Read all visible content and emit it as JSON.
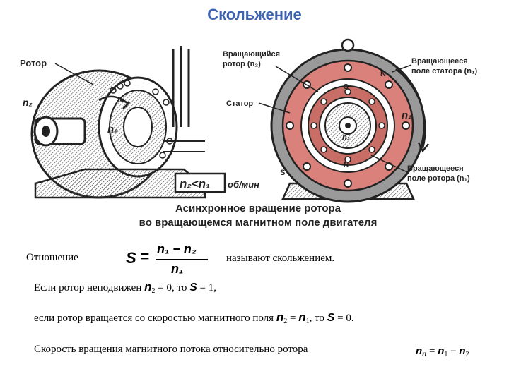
{
  "title": "Скольжение",
  "illustration": {
    "label_rotor": "Ротор",
    "label_rotating_rotor_line1": "Вращающийся",
    "label_rotating_rotor_line2": "ротор (n₂)",
    "label_stator_field_line1": "Вращающееся",
    "label_stator_field_line2": "поле статора (n₁)",
    "label_stator": "Статор",
    "label_rotor_field_line1": "Вращающееся",
    "label_rotor_field_line2": "поле ротора (n₁)",
    "symbol_n2": "n₂",
    "symbol_n1": "n₁",
    "pole_n": "N",
    "pole_s": "S",
    "speed_box": "n₂<n₁",
    "speed_unit": "об/мин",
    "caption_line1": "Асинхронное вращение ротора",
    "caption_line2": "во вращающемся магнитном поле двигателя"
  },
  "formula": {
    "lead": "Отношение",
    "s": "S",
    "eq": "=",
    "numerator": "n₁ − n₂",
    "denominator": "n₁",
    "trail": "называют скольжением."
  },
  "line2": {
    "text": "Если ротор неподвижен",
    "n": "n",
    "sub": "2",
    "eq0": "= 0, то",
    "s": "S",
    "eq1": "= 1,"
  },
  "line3": {
    "text": "если ротор вращается со скоростью магнитного поля",
    "n2": "n",
    "sub2": "2",
    "eq": "=",
    "n1": "n",
    "sub1": "1",
    "comma": ", то",
    "s": "S",
    "eq0": "= 0."
  },
  "line4": {
    "text": "Скорость вращения магнитного потока относительно ротора",
    "nn": "n",
    "subn": "n",
    "eq": "=",
    "n1": "n",
    "sub1": "1",
    "minus": "−",
    "n2": "n",
    "sub2": "2"
  }
}
